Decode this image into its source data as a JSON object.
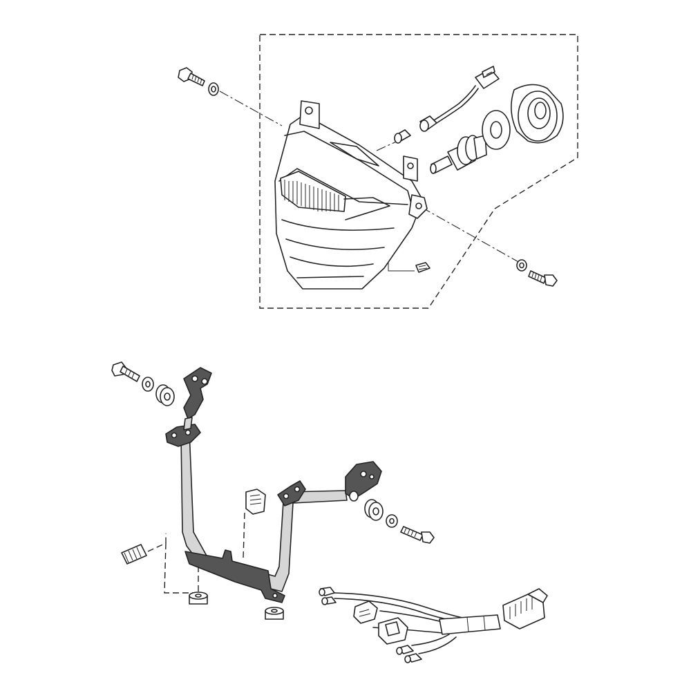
{
  "diagram": {
    "kind": "exploded-parts-view",
    "groups": [
      {
        "name": "headlight-assembly",
        "parts": [
          "bolt",
          "washer",
          "headlight-lens-housing",
          "bulb-socket-wire",
          "small-bulb",
          "headlight-bulb",
          "bulb-seal",
          "dust-cover",
          "screw-clip"
        ]
      },
      {
        "name": "headlight-stay",
        "parts": [
          "bolt",
          "collar",
          "grommet",
          "headlight-stay-frame",
          "nut-clip",
          "spring",
          "damper"
        ]
      },
      {
        "name": "wiring",
        "parts": [
          "sub-wire-harness"
        ]
      }
    ]
  }
}
